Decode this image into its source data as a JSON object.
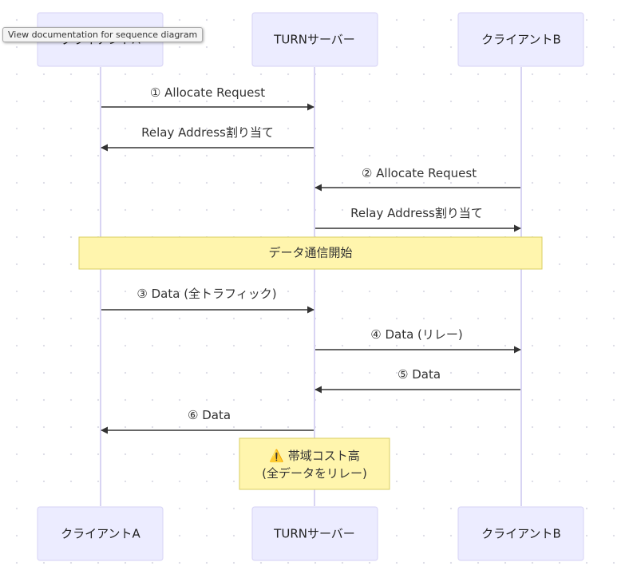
{
  "tooltip": "View documentation for sequence diagram",
  "participants": [
    "クライアントA",
    "TURNサーバー",
    "クライアントB"
  ],
  "messages": [
    {
      "from": 0,
      "to": 1,
      "label": "① Allocate Request"
    },
    {
      "from": 1,
      "to": 0,
      "label": "Relay Address割り当て"
    },
    {
      "from": 2,
      "to": 1,
      "label": "② Allocate Request"
    },
    {
      "from": 1,
      "to": 2,
      "label": "Relay Address割り当て"
    },
    {
      "from": 0,
      "to": 1,
      "label": "③ Data (全トラフィック)"
    },
    {
      "from": 1,
      "to": 2,
      "label": "④ Data (リレー)"
    },
    {
      "from": 2,
      "to": 1,
      "label": "⑤ Data"
    },
    {
      "from": 1,
      "to": 0,
      "label": "⑥ Data"
    }
  ],
  "notes": [
    {
      "over": [
        0,
        2
      ],
      "lines": [
        "データ通信開始"
      ]
    },
    {
      "over": [
        1
      ],
      "icon": "warning-icon",
      "lines": [
        "⚠️ 帯域コスト高",
        "(全データをリレー)"
      ]
    }
  ]
}
